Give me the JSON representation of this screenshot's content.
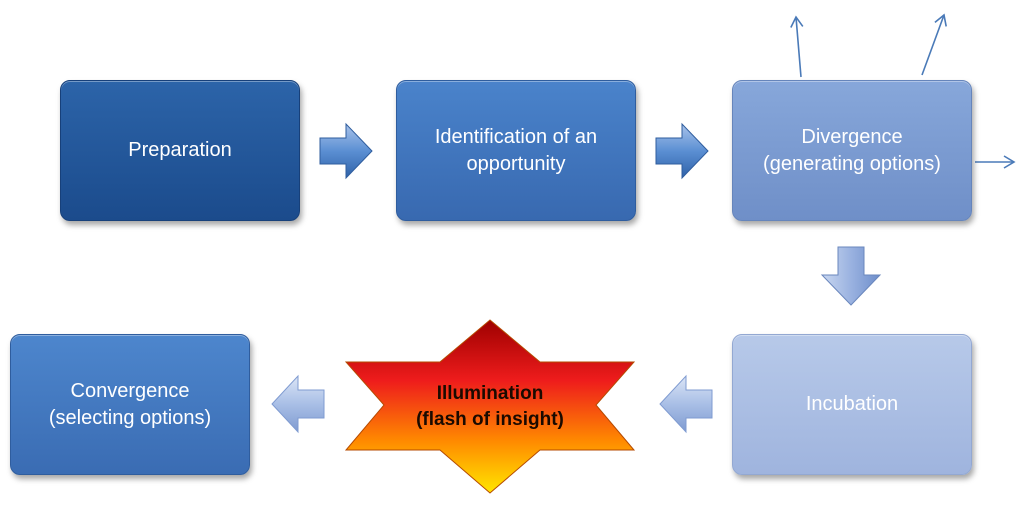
{
  "diagram": {
    "nodes": [
      {
        "id": "preparation",
        "label": "Preparation"
      },
      {
        "id": "identification",
        "label": "Identification of an\nopportunity"
      },
      {
        "id": "divergence",
        "label": "Divergence\n(generating options)"
      },
      {
        "id": "incubation",
        "label": "Incubation"
      },
      {
        "id": "illumination",
        "label": "Illumination\n(flash of insight)"
      },
      {
        "id": "convergence",
        "label": "Convergence\n(selecting options)"
      }
    ],
    "edges": [
      {
        "from": "preparation",
        "to": "identification"
      },
      {
        "from": "identification",
        "to": "divergence"
      },
      {
        "from": "divergence",
        "to": "incubation"
      },
      {
        "from": "incubation",
        "to": "illumination"
      },
      {
        "from": "illumination",
        "to": "convergence"
      }
    ],
    "colors": {
      "preparation": "#1f4e8f",
      "identification": "#3f76bd",
      "divergence": "#7b9bd2",
      "incubation": "#aabee4",
      "convergence": "#4278c0",
      "star_top": "#c00000",
      "star_bottom": "#ffd700",
      "outward_arrows": "#4a7ab8"
    }
  }
}
